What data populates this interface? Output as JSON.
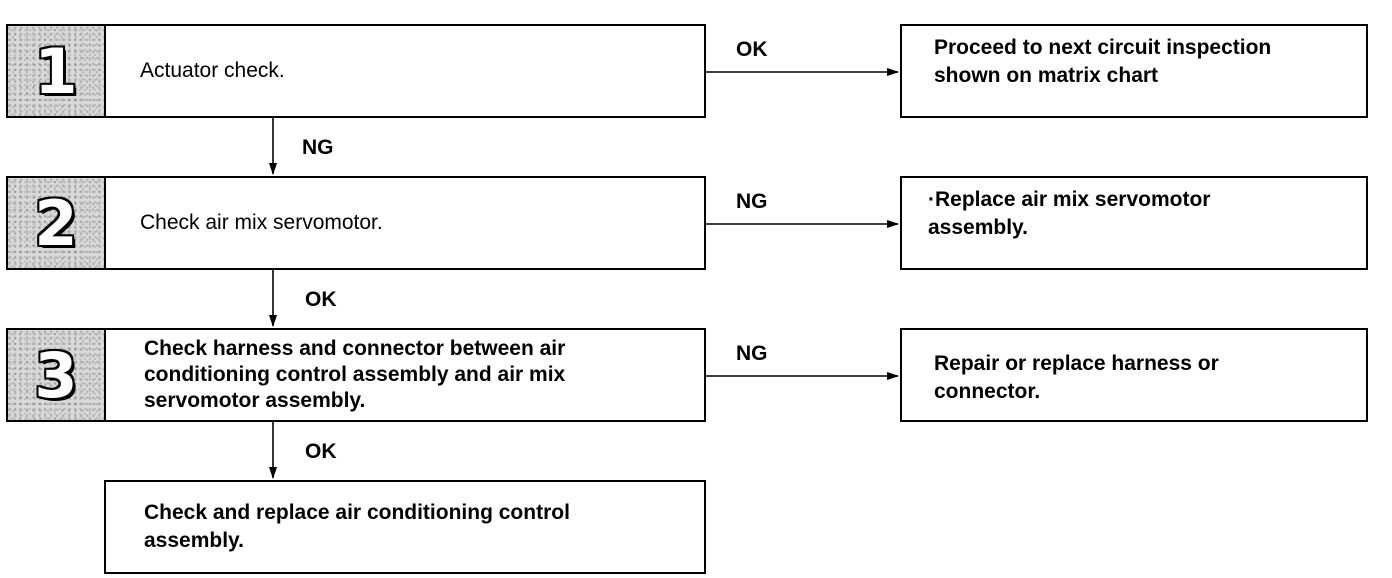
{
  "steps": [
    {
      "number": "1",
      "text": "Actuator check."
    },
    {
      "number": "2",
      "text": "Check air mix servomotor."
    },
    {
      "number": "3",
      "text": "Check harness and connector between air\nconditioning control assembly and air mix\nservomotor assembly."
    }
  ],
  "final_step": {
    "text": "Check and replace air conditioning control\nassembly."
  },
  "results": [
    {
      "text": "Proceed to next circuit inspection\nshown on matrix chart"
    },
    {
      "text": "·Replace air mix servomotor\nassembly."
    },
    {
      "text": "Repair or replace harness or\nconnector."
    }
  ],
  "branch_labels": {
    "step1_right": "OK",
    "step1_down": "NG",
    "step2_right": "NG",
    "step2_down": "OK",
    "step3_right": "NG",
    "step3_down": "OK"
  }
}
